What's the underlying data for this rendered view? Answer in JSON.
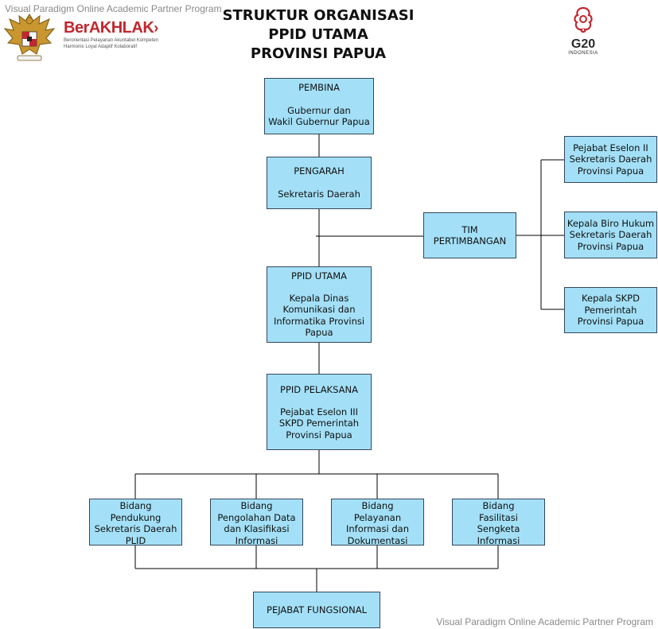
{
  "watermark": {
    "top": "Visual Paradigm Online Academic Partner Program",
    "bottom": "Visual Paradigm Online Academic Partner Program"
  },
  "title": [
    "STRUKTUR ORGANISASI",
    "PPID UTAMA",
    "PROVINSI PAPUA"
  ],
  "logos": {
    "berakhlak": {
      "word": "BerAKHLAK",
      "line1": "Berorientasi Pelayanan Akuntabel Kompeten",
      "line2": "Harmonis Loyal Adaptif Kolaboratif"
    },
    "g20": {
      "word": "G20",
      "sub": "INDONESIA"
    }
  },
  "nodes": {
    "pembina": {
      "head": "PEMBINA",
      "body": [
        "Gubernur dan",
        "Wakil Gubernur Papua"
      ]
    },
    "pengarah": {
      "head": "PENGARAH",
      "body": [
        "Sekretaris Daerah"
      ]
    },
    "tim": {
      "head": [
        "TIM",
        "PERTIMBANGAN"
      ]
    },
    "tim1": [
      "Pejabat Eselon II",
      "Sekretaris Daerah",
      "Provinsi Papua"
    ],
    "tim2": [
      "Kepala Biro Hukum",
      "Sekretaris Daerah",
      "Provinsi Papua"
    ],
    "tim3": [
      "Kepala SKPD",
      "Pemerintah",
      "Provinsi Papua"
    ],
    "utama": {
      "head": "PPID UTAMA",
      "body": [
        "Kepala Dinas",
        "Komunikasi dan",
        "Informatika Provinsi",
        "Papua"
      ]
    },
    "pelaksana": {
      "head": "PPID PELAKSANA",
      "body": [
        "Pejabat Eselon III",
        "SKPD Pemerintah",
        "Provinsi Papua"
      ]
    },
    "bidang1": [
      "Bidang",
      "Pendukung",
      "Sekretaris Daerah",
      "PLID"
    ],
    "bidang2": [
      "Bidang",
      "Pengolahan Data",
      "dan Klasifikasi",
      "Informasi"
    ],
    "bidang3": [
      "Bidang",
      "Pelayanan",
      "Informasi dan",
      "Dokumentasi"
    ],
    "bidang4": [
      "Bidang",
      "Fasilitasi",
      "Sengketa",
      "Informasi"
    ],
    "fungsional": {
      "head": "PEJABAT FUNGSIONAL"
    }
  },
  "colors": {
    "box_fill": "#a3e0f7",
    "box_border": "#33475b",
    "line": "#000000",
    "brand_red": "#c0282f"
  }
}
